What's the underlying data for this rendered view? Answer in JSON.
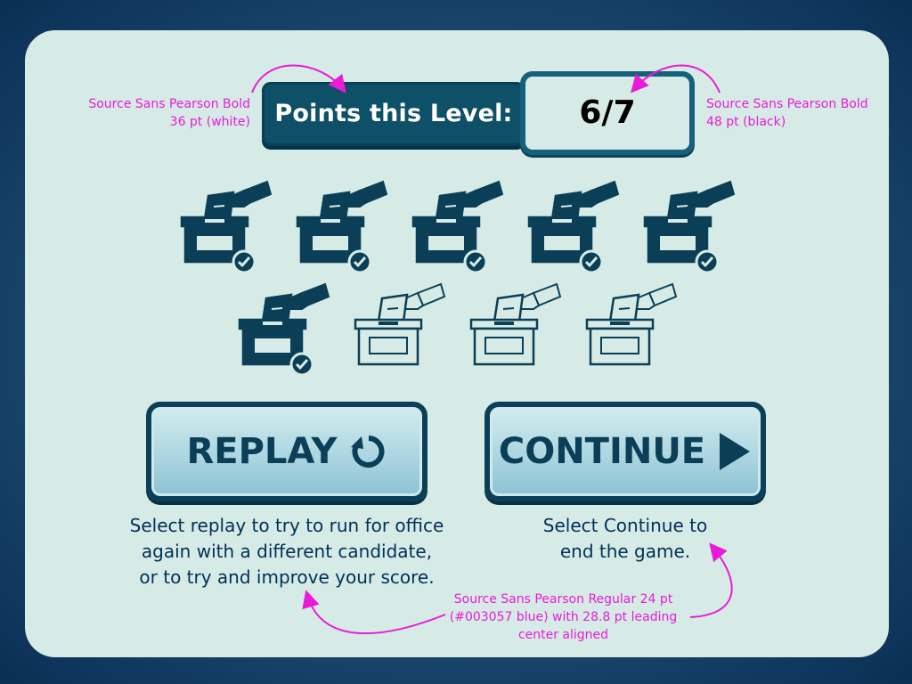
{
  "header": {
    "points_label": "Points this Level:",
    "points_value": "6/7"
  },
  "annotations": {
    "label_font_line1": "Source Sans Pearson Bold",
    "label_font_line2": "36 pt (white)",
    "value_font_line1": "Source Sans Pearson Bold",
    "value_font_line2": "48 pt (black)",
    "body_font_line1": "Source Sans Pearson Regular 24 pt",
    "body_font_line2": "(#003057 blue) with 28.8 pt leading",
    "body_font_line3": "center aligned"
  },
  "ballots": [
    {
      "filled": true,
      "checked": true
    },
    {
      "filled": true,
      "checked": true
    },
    {
      "filled": true,
      "checked": true
    },
    {
      "filled": true,
      "checked": true
    },
    {
      "filled": true,
      "checked": true
    },
    {
      "filled": true,
      "checked": true
    },
    {
      "filled": false,
      "checked": false
    },
    {
      "filled": false,
      "checked": false
    },
    {
      "filled": false,
      "checked": false
    }
  ],
  "buttons": {
    "replay_label": "REPLAY",
    "continue_label": "CONTINUE"
  },
  "descriptions": {
    "replay_line1": "Select replay to try to run for office",
    "replay_line2": "again with a different candidate,",
    "replay_line3": "or to try and improve your score.",
    "continue_line1": "Select Continue to",
    "continue_line2": "end the game."
  },
  "colors": {
    "dark_teal": "#0e5068",
    "navy": "#0a3f57",
    "text_blue": "#003057",
    "annotation_magenta": "#e91bd9",
    "panel_bg": "#d6ebe6"
  }
}
